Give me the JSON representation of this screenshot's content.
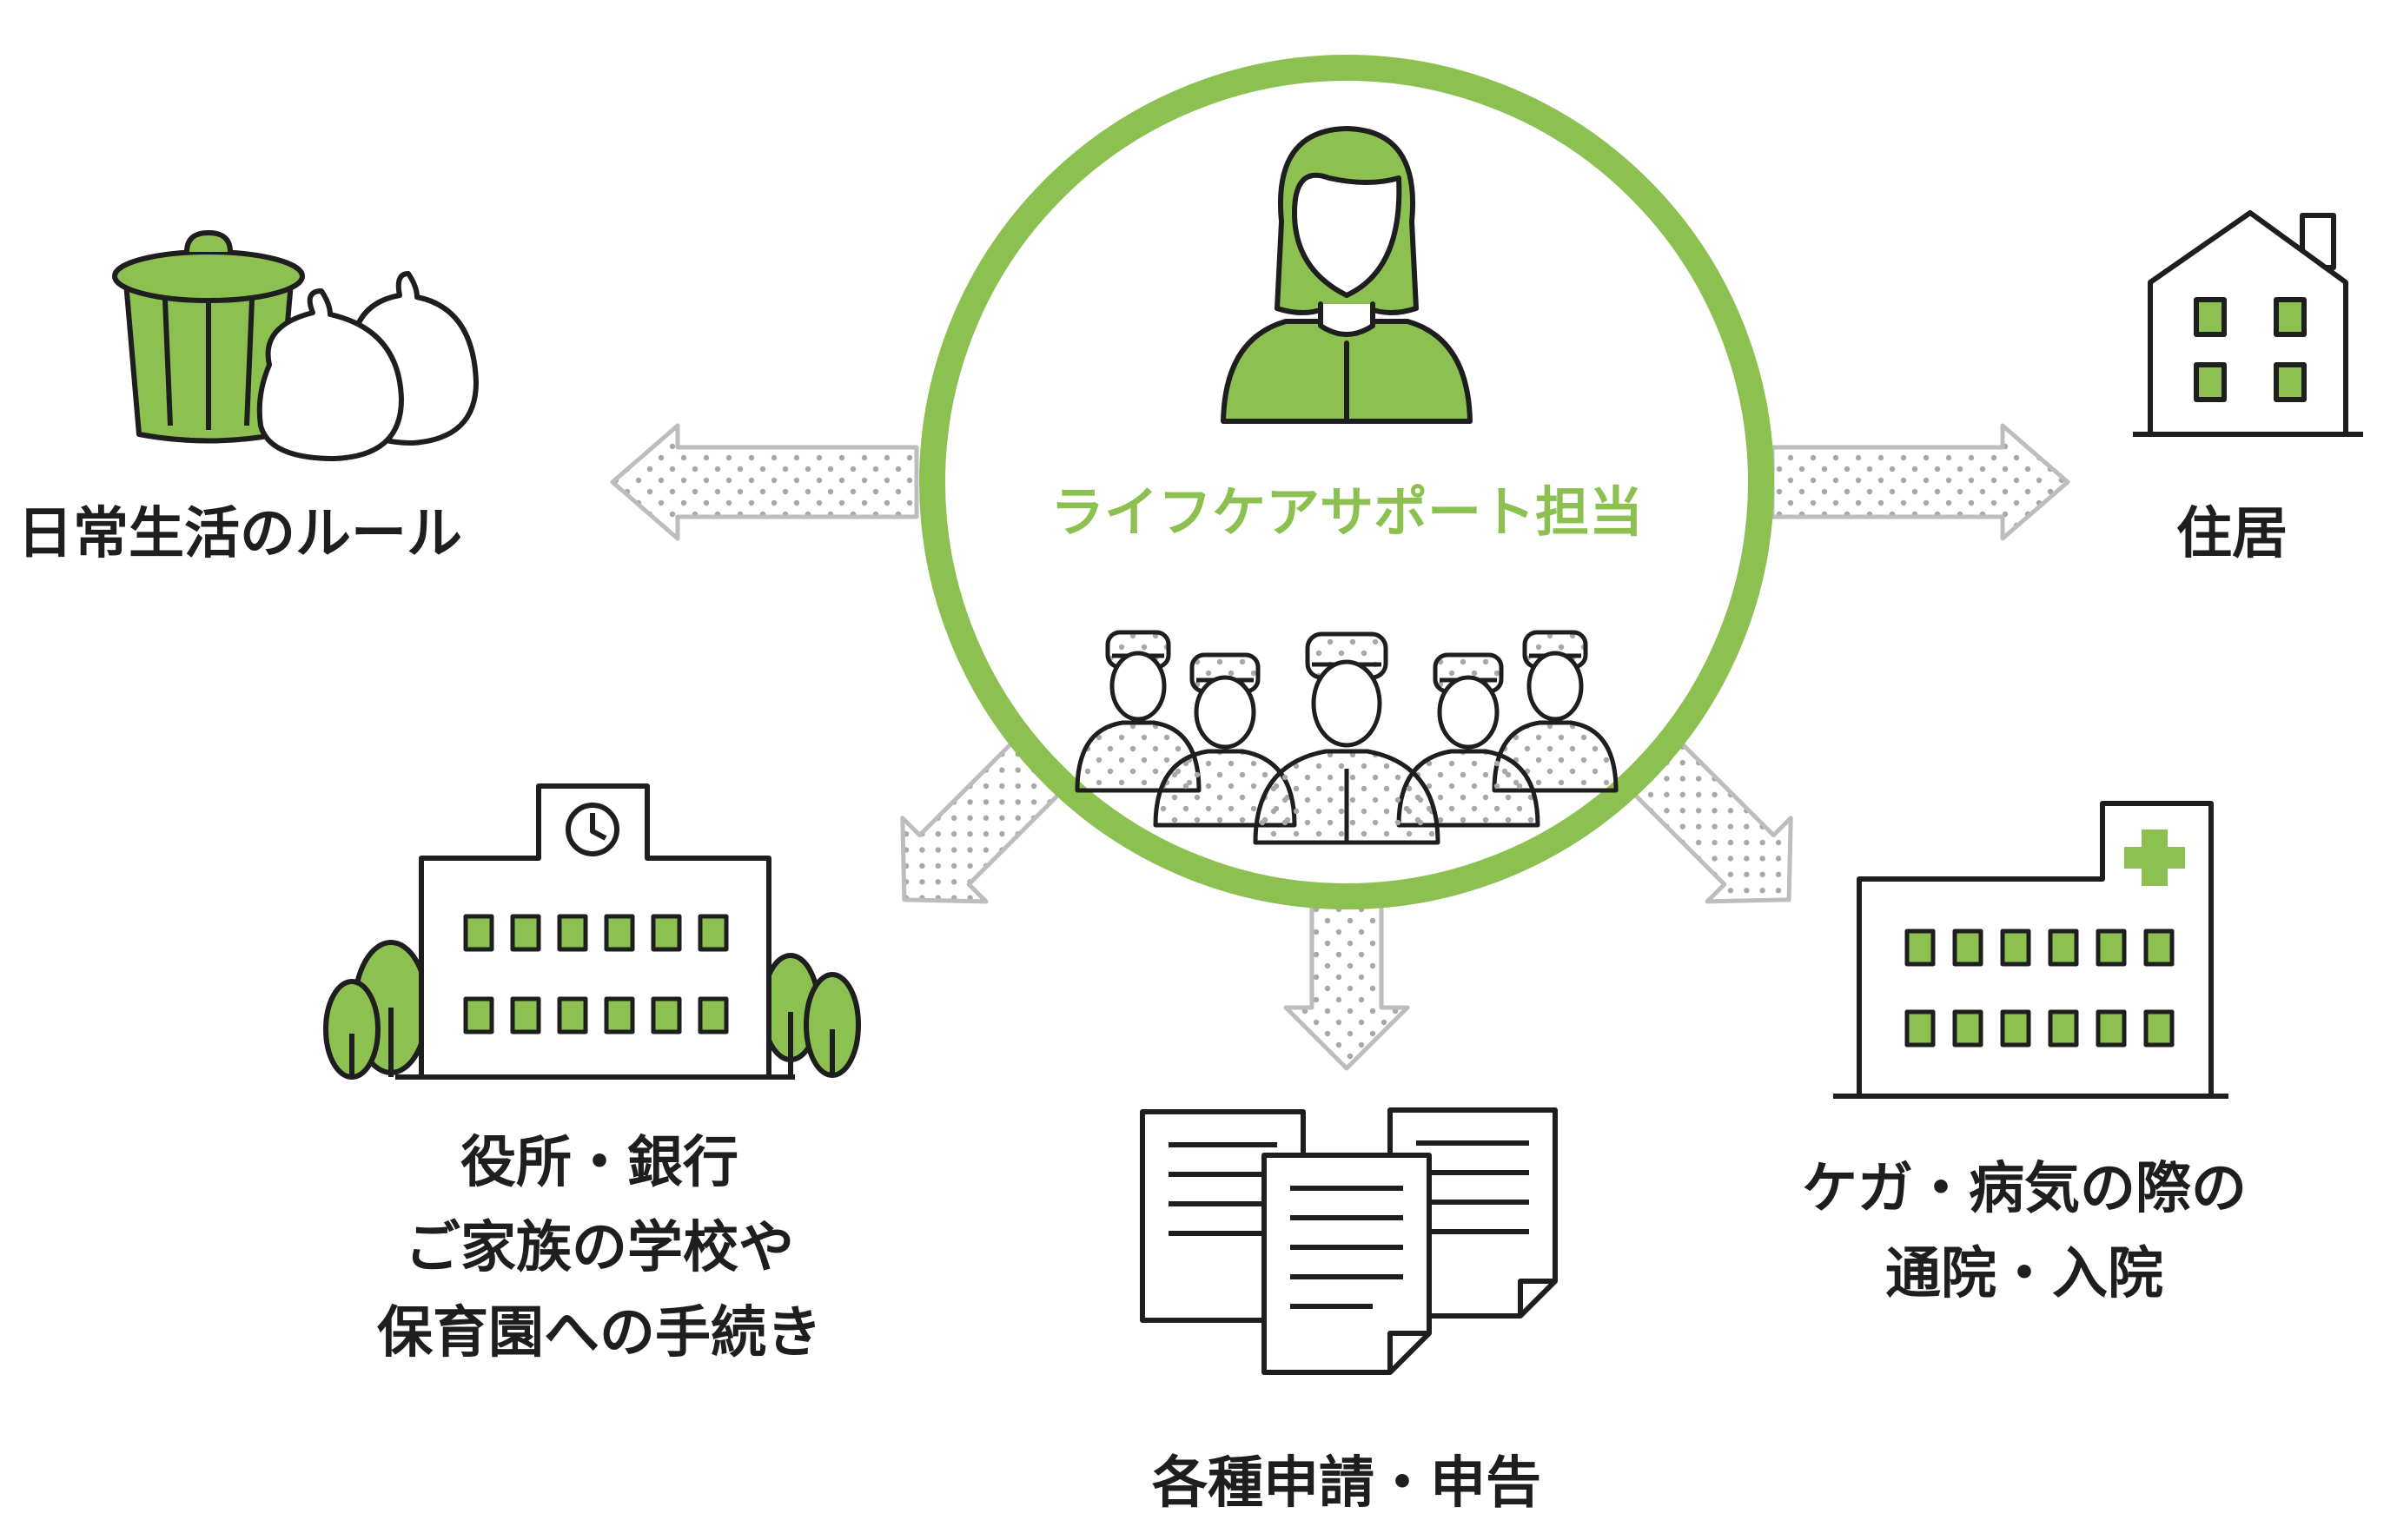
{
  "colors": {
    "accent": "#8cc152",
    "ink": "#1e1e1e",
    "arrow_dot": "#b5b5b5"
  },
  "center": {
    "title": "ライフケアサポート担当"
  },
  "items": {
    "rules": {
      "label": "日常生活のルール",
      "icon": "trash-can-icon"
    },
    "housing": {
      "label": "住居",
      "icon": "house-icon"
    },
    "office": {
      "lines": [
        "役所・銀行",
        "ご家族の学校や",
        "保育園への手続き"
      ],
      "icon": "school-building-icon"
    },
    "docs": {
      "label": "各種申請・申告",
      "icon": "documents-icon"
    },
    "hospital": {
      "lines": [
        "ケガ・病気の際の",
        "通院・入院"
      ],
      "icon": "hospital-icon"
    }
  }
}
